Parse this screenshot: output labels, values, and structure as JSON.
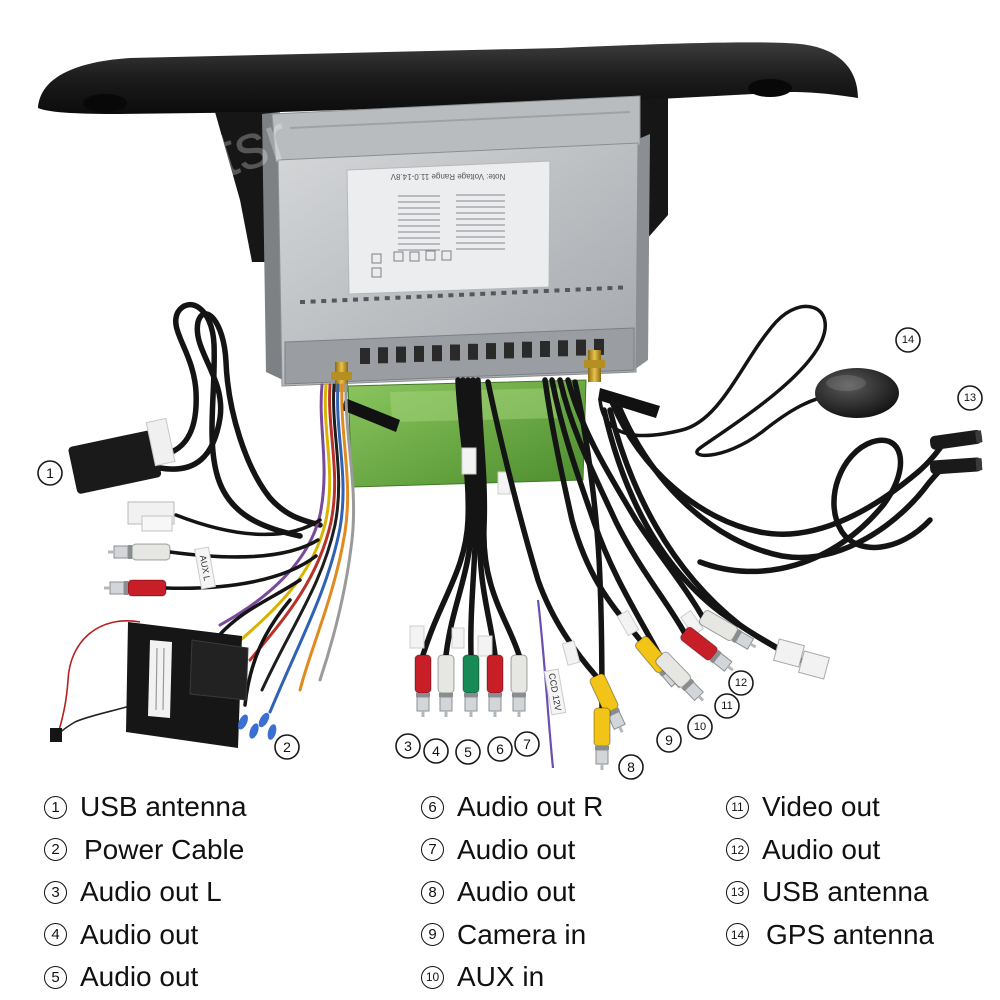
{
  "watermark": "tsr",
  "device_label": {
    "note": "Note: Voltage Range 11.0-14.8V"
  },
  "cable_tags": {
    "aux": "AUX L",
    "ccd": "CCD 12V"
  },
  "colors": {
    "rca_red": "#c81e28",
    "rca_white": "#e6e6e2",
    "rca_yellow": "#f2c417",
    "rca_green": "#178a55"
  },
  "callouts": [
    "1",
    "2",
    "3",
    "4",
    "5",
    "6",
    "7",
    "8",
    "9",
    "10",
    "11",
    "12",
    "13",
    "14"
  ],
  "legend": [
    {
      "num": "1",
      "label": "USB antenna"
    },
    {
      "num": "2",
      "label": "Power Cable"
    },
    {
      "num": "3",
      "label": "Audio out L"
    },
    {
      "num": "4",
      "label": "Audio out"
    },
    {
      "num": "5",
      "label": "Audio out"
    },
    {
      "num": "6",
      "label": "Audio out R"
    },
    {
      "num": "7",
      "label": "Audio out"
    },
    {
      "num": "8",
      "label": "Audio out"
    },
    {
      "num": "9",
      "label": "Camera in"
    },
    {
      "num": "10",
      "label": "AUX in"
    },
    {
      "num": "11",
      "label": "Video out"
    },
    {
      "num": "12",
      "label": "Audio out"
    },
    {
      "num": "13",
      "label": "USB antenna"
    },
    {
      "num": "14",
      "label": "GPS antenna"
    }
  ]
}
